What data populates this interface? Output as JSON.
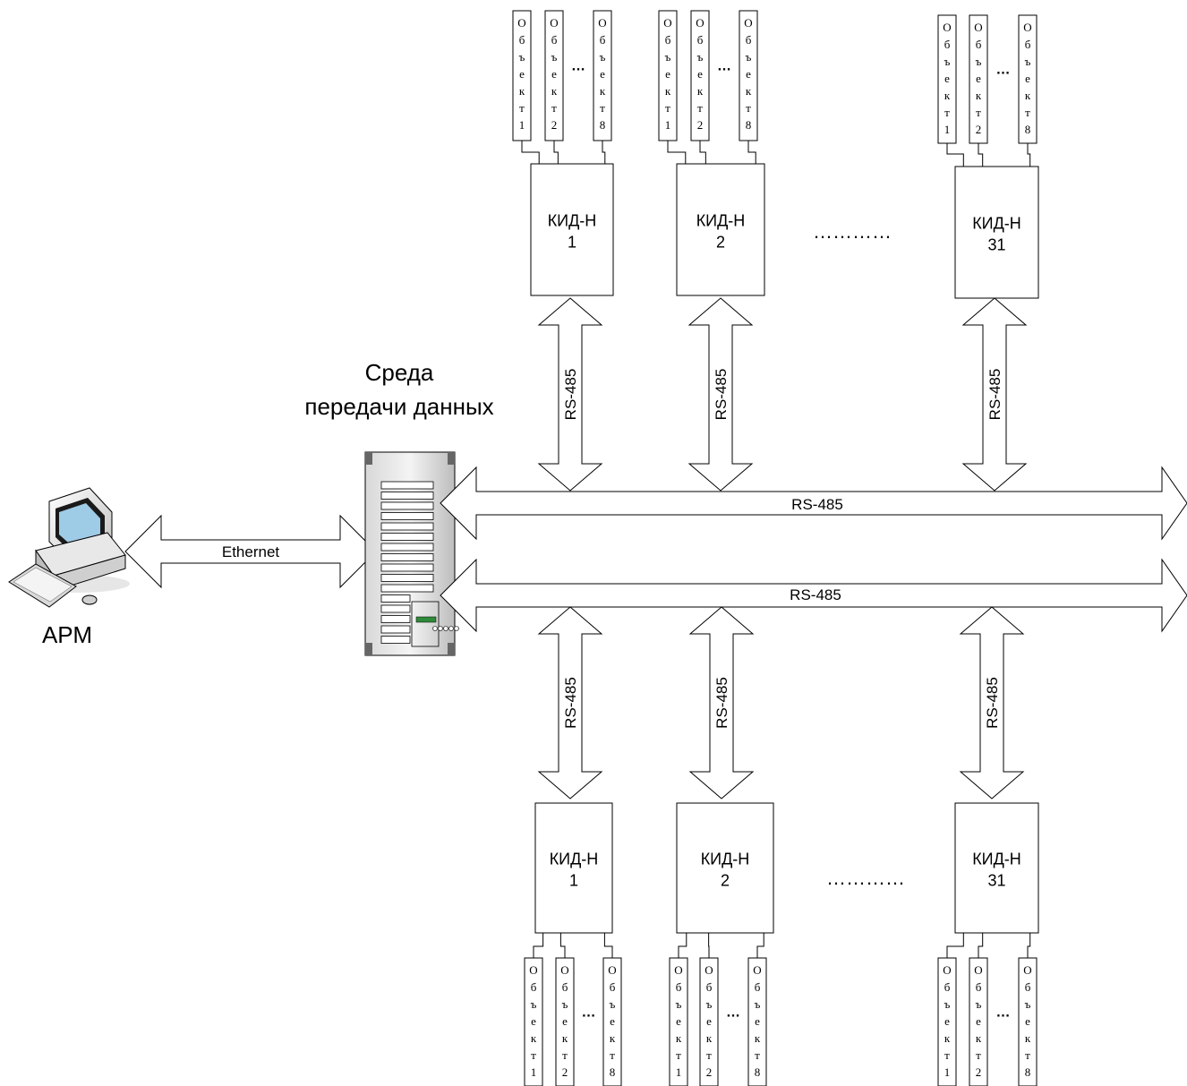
{
  "workstation": {
    "label": "АРМ",
    "icon": "computer-icon"
  },
  "server": {
    "label_line1": "Среда",
    "label_line2": "передачи данных",
    "icon": "server-rack-icon"
  },
  "ethernet_label": "Ethernet",
  "bus_labels": [
    "RS-485",
    "RS-485"
  ],
  "branch_label": "RS-485",
  "ellipsis_dots": "…………",
  "object_ellipsis": "…",
  "controller_name": "КИД-Н",
  "controllers_top": [
    {
      "name": "КИД-Н",
      "number": "1"
    },
    {
      "name": "КИД-Н",
      "number": "2"
    },
    {
      "name": "КИД-Н",
      "number": "31"
    }
  ],
  "controllers_bottom": [
    {
      "name": "КИД-Н",
      "number": "1"
    },
    {
      "name": "КИД-Н",
      "number": "2"
    },
    {
      "name": "КИД-Н",
      "number": "31"
    }
  ],
  "object_letters": [
    "О",
    "б",
    "ъ",
    "е",
    "к",
    "т"
  ],
  "object_numbers": [
    "1",
    "2",
    "8"
  ]
}
